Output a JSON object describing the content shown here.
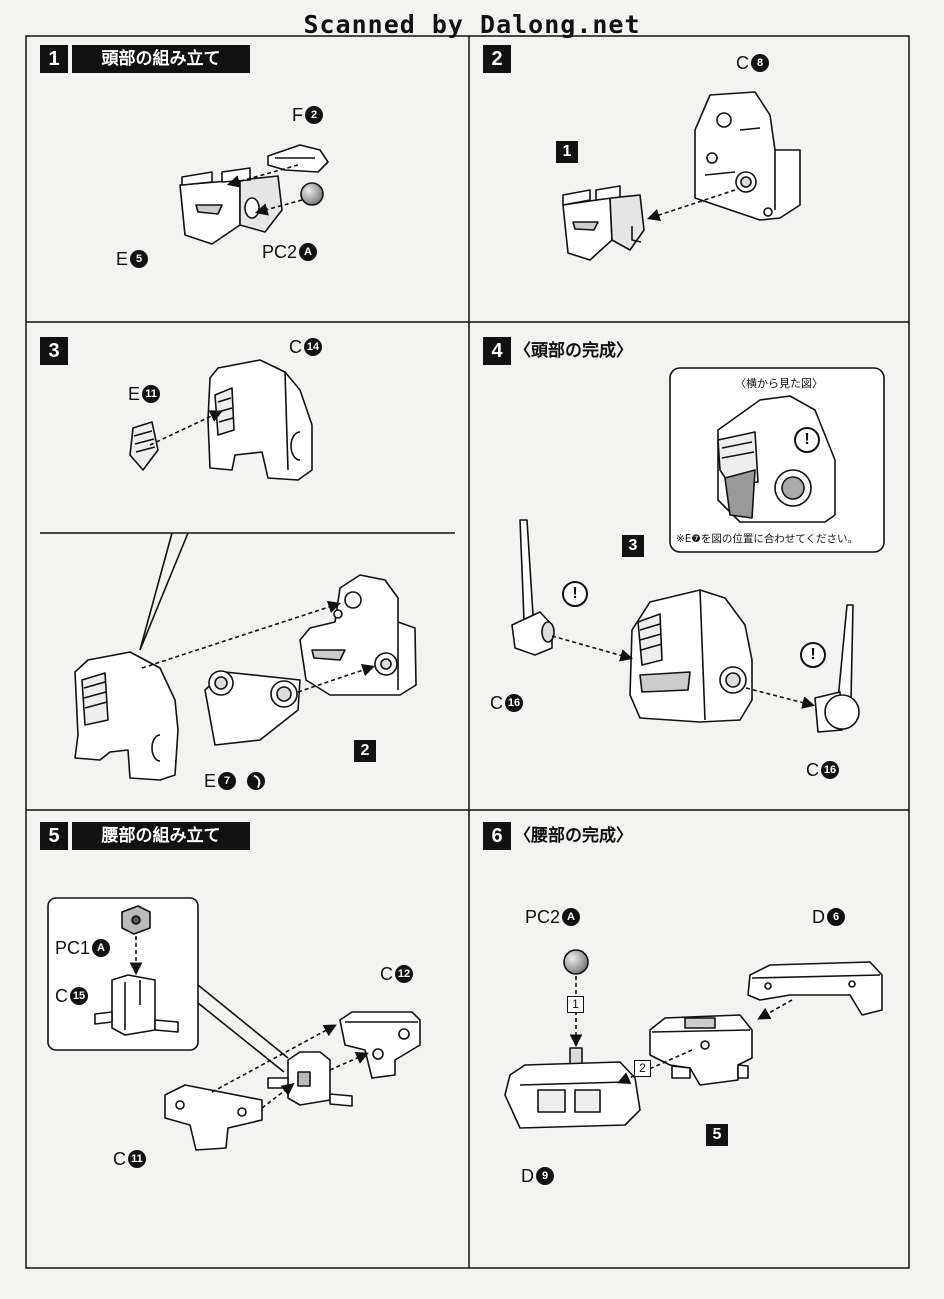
{
  "header": "Scanned by Dalong.net",
  "steps": [
    {
      "num": "1",
      "title": "頭部の組み立て",
      "parts": [
        {
          "letter": "F",
          "num": "2"
        },
        {
          "letter": "E",
          "num": "5"
        },
        {
          "letter": "PC2",
          "num": "A"
        }
      ]
    },
    {
      "num": "2",
      "ref": "1",
      "parts": [
        {
          "letter": "C",
          "num": "8"
        }
      ]
    },
    {
      "num": "3",
      "ref": "2",
      "parts": [
        {
          "letter": "E",
          "num": "11"
        },
        {
          "letter": "C",
          "num": "14"
        },
        {
          "letter": "E",
          "num": "7"
        }
      ]
    },
    {
      "num": "4",
      "title": "〈頭部の完成〉",
      "ref": "3",
      "inset_title": "〈横から見た図〉",
      "inset_note": "※E❼を図の位置に合わせてください。",
      "caution": "!",
      "parts": [
        {
          "letter": "C",
          "num": "16"
        },
        {
          "letter": "C",
          "num": "16"
        }
      ]
    },
    {
      "num": "5",
      "title": "腰部の組み立て",
      "parts": [
        {
          "letter": "PC1",
          "num": "A"
        },
        {
          "letter": "C",
          "num": "15"
        },
        {
          "letter": "C",
          "num": "12"
        },
        {
          "letter": "C",
          "num": "11"
        }
      ]
    },
    {
      "num": "6",
      "title": "〈腰部の完成〉",
      "ref": "5",
      "seq": [
        "1",
        "2"
      ],
      "parts": [
        {
          "letter": "PC2",
          "num": "A"
        },
        {
          "letter": "D",
          "num": "6"
        },
        {
          "letter": "D",
          "num": "9"
        }
      ]
    }
  ]
}
